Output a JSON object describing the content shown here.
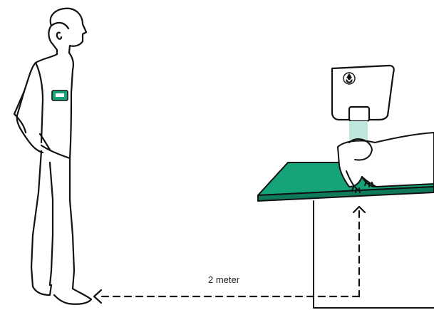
{
  "distance_label": "2 meter",
  "colors": {
    "line": "#111111",
    "table_top": "#17a37a",
    "table_edge": "#0f7a5a",
    "beam": "#bfe7dd",
    "badge": "#17a37a"
  },
  "icons": {
    "person": "standing-person",
    "dosimeter": "badge-icon",
    "xray_tube": "radiation-icon",
    "patient": "animal-patient"
  }
}
